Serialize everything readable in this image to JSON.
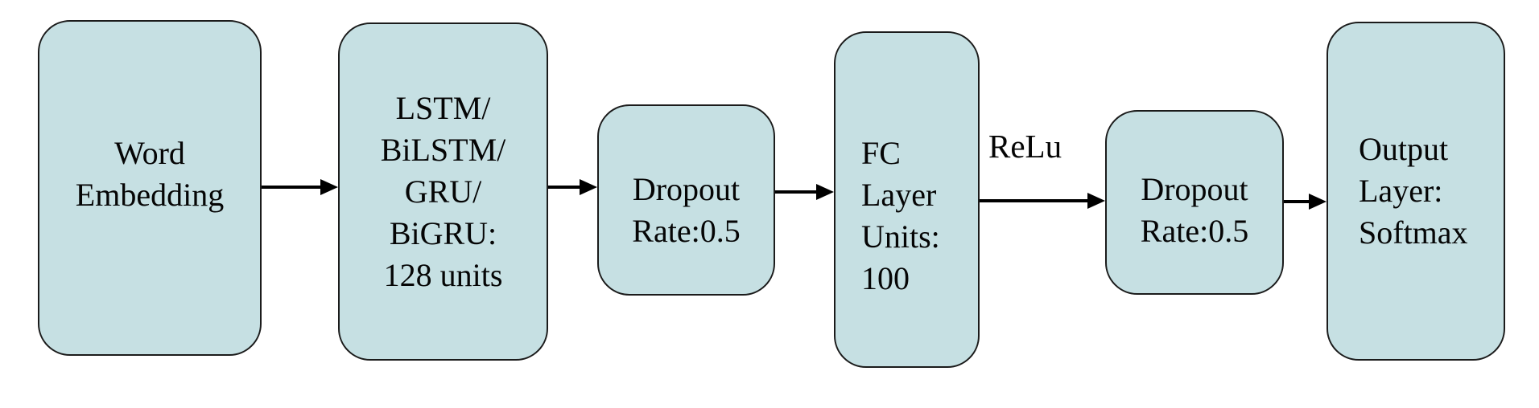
{
  "diagram": {
    "background_color": "#ffffff",
    "node_fill_color": "#c6e0e3",
    "node_border_color": "#1b1b1b",
    "arrow_color": "#000000",
    "text_color": "#050505",
    "nodes": [
      {
        "id": "word-embedding",
        "lines": [
          "Word",
          "Embedding"
        ]
      },
      {
        "id": "recurrent-layer",
        "lines": [
          "LSTM/",
          "BiLSTM/",
          "GRU/",
          "BiGRU:",
          "128 units"
        ]
      },
      {
        "id": "dropout-1",
        "lines": [
          "Dropout",
          "Rate:0.5"
        ]
      },
      {
        "id": "fc-layer",
        "lines": [
          "FC",
          "Layer",
          "Units:",
          "100"
        ]
      },
      {
        "id": "dropout-2",
        "lines": [
          "Dropout",
          "Rate:0.5"
        ]
      },
      {
        "id": "output-layer",
        "lines": [
          "Output",
          "Layer:",
          "Softmax"
        ]
      }
    ],
    "edges": [
      {
        "from": "word-embedding",
        "to": "recurrent-layer",
        "label": ""
      },
      {
        "from": "recurrent-layer",
        "to": "dropout-1",
        "label": ""
      },
      {
        "from": "dropout-1",
        "to": "fc-layer",
        "label": ""
      },
      {
        "from": "fc-layer",
        "to": "dropout-2",
        "label": "ReLu"
      },
      {
        "from": "dropout-2",
        "to": "output-layer",
        "label": ""
      }
    ]
  }
}
